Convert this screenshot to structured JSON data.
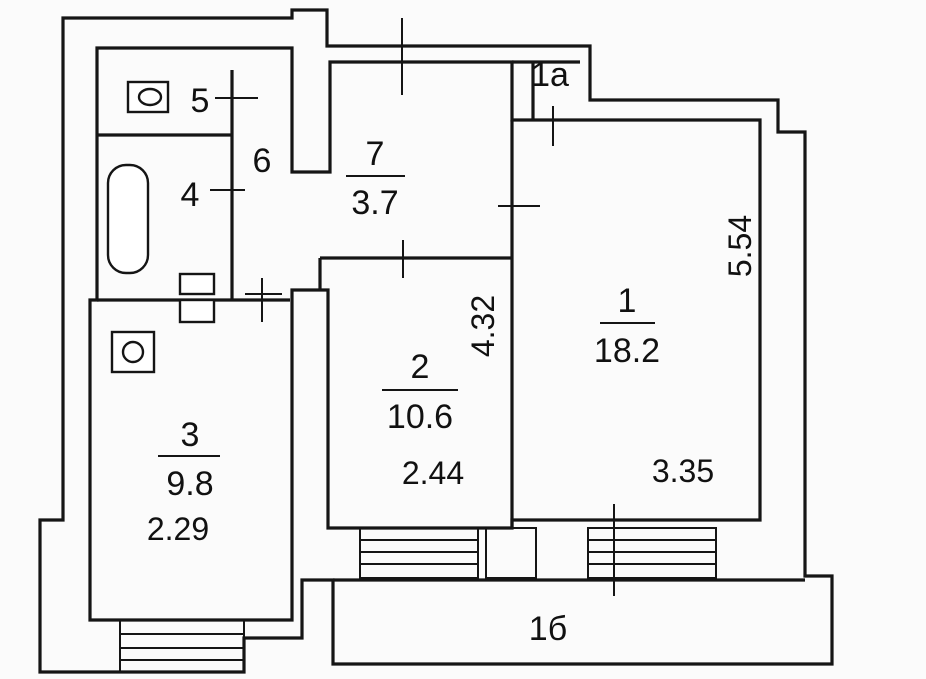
{
  "rooms": [
    {
      "number": "1",
      "area": "18.2",
      "width": "3.35",
      "length": "5.54"
    },
    {
      "number": "2",
      "area": "10.6",
      "width": "2.44",
      "length": "4.32"
    },
    {
      "number": "3",
      "area": "9.8",
      "width": "2.29"
    },
    {
      "number": "4"
    },
    {
      "number": "5"
    },
    {
      "number": "6"
    },
    {
      "number": "7",
      "area": "3.7"
    },
    {
      "number": "1а"
    },
    {
      "number": "1б"
    }
  ]
}
